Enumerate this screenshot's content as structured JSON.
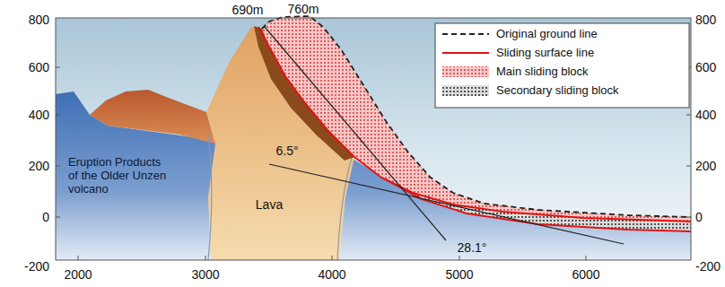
{
  "diagram": {
    "labels": [
      "800",
      "600",
      "400",
      "200",
      "0",
      "-200",
      "800",
      "600",
      "400",
      "200",
      "0",
      "-200",
      "2000",
      "3000",
      "4000",
      "5000",
      "6000",
      "690m",
      "760m",
      "6.5°",
      "28.1°",
      "Eruption Products of the Older Unzen volcano",
      "Lava"
    ],
    "legend": [
      {
        "text": "Original ground line"
      },
      {
        "text": "Sliding surface line"
      },
      {
        "text": "Main sliding block"
      },
      {
        "text": "Secondary sliding block"
      }
    ]
  }
}
